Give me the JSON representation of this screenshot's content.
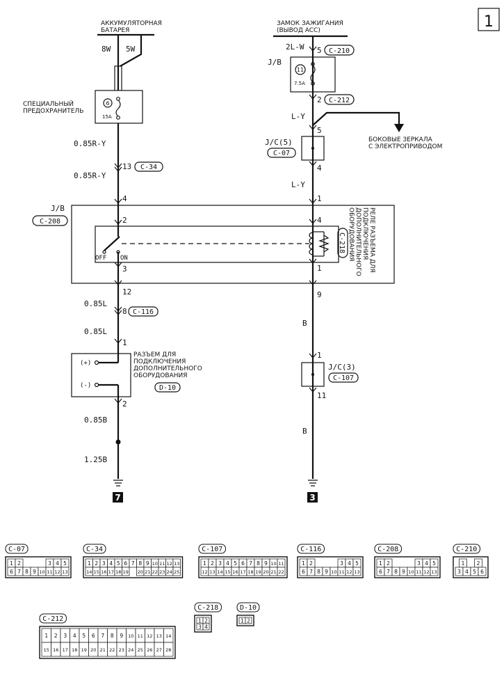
{
  "page_number": "1",
  "top_left": {
    "source_line1": "АККУМУЛЯТОРНАЯ",
    "source_line2": "БАТАРЕЯ",
    "wire_a": "8W",
    "wire_b": "5W"
  },
  "top_right": {
    "source_line1": "ЗАМОК ЗАЖИГАНИЯ",
    "source_line2": "(ВЫВОД ACC)"
  },
  "fusible_link": {
    "label_line1": "СПЕЦИАЛЬНЫЙ",
    "label_line2": "ПРЕДОХРАНИТЕЛЬ",
    "number": "6",
    "rating": "15A"
  },
  "left_line": {
    "wire1": "0.85R-Y",
    "pin_c34": "13",
    "conn_c34": "C-34",
    "wire2": "0.85R-Y",
    "jb_pin_in": "4",
    "jb_label": "J/B",
    "jb_conn": "C-208",
    "relay_pin_top": "2",
    "relay_off": "OFF",
    "relay_on": "ON",
    "relay_pin_bottom": "3",
    "jb_pin_out": "12",
    "wire3": "0.85L",
    "pin_c116": "8",
    "conn_c116": "C-116",
    "wire4": "0.85L",
    "outlet_pin_in": "1",
    "outlet_line1": "РАЗЪЕМ ДЛЯ",
    "outlet_line2": "ПОДКЛЮЧЕНИЯ",
    "outlet_line3": "ДОПОЛНИТЕЛЬНОГО",
    "outlet_line4": "ОБОРУДОВАНИЯ",
    "outlet_plus": "(+)",
    "outlet_minus": "(-)",
    "outlet_conn": "D-10",
    "outlet_pin_out": "2",
    "wire5": "0.85B",
    "wire6": "1.25B",
    "ground": "7"
  },
  "right_line": {
    "wire1": "2L-W",
    "pin_c210": "5",
    "conn_c210": "C-210",
    "jb_label": "J/B",
    "fuse_number": "11",
    "fuse_rating": "7.5A",
    "pin_c212": "2",
    "conn_c212": "C-212",
    "wire2": "L-Y",
    "jc_label": "J/C(5)",
    "jc_conn": "C-07",
    "jc_pin_in": "5",
    "jc_pin_out": "4",
    "mirror_line1": "БОКОВЫЕ ЗЕРКАЛА",
    "mirror_line2": "С ЭЛЕКТРОПРИВОДОМ",
    "wire3": "L-Y",
    "jb_pin_in": "1",
    "relay_pin_top": "4",
    "relay_pin_bottom": "1",
    "jb_pin_out": "9",
    "relay_line1": "РЕЛЕ РАЗЪЕМА ДЛЯ",
    "relay_line2": "ПОДКЛЮЧЕНИЯ",
    "relay_line3": "ДОПОЛНИТЕЛЬНОГО",
    "relay_line4": "ОБОРУДОВАНИЯ",
    "relay_conn": "C-218",
    "wire4": "B",
    "jc2_pin_in": "1",
    "jc2_label": "J/C(3)",
    "jc2_conn": "C-107",
    "jc2_pin_out": "11",
    "wire5": "B",
    "ground": "3"
  },
  "connectors": {
    "c07": {
      "label": "C-07",
      "row1": [
        "1",
        "2",
        "",
        "",
        "",
        "3",
        "4",
        "5"
      ],
      "row2": [
        "6",
        "7",
        "8",
        "9",
        "10",
        "11",
        "12",
        "13"
      ]
    },
    "c34": {
      "label": "C-34",
      "row1": [
        "1",
        "2",
        "3",
        "4",
        "5",
        "6",
        "7",
        "8",
        "9",
        "10",
        "11",
        "12",
        "13"
      ],
      "row2": [
        "14",
        "15",
        "16",
        "17",
        "18",
        "19",
        "",
        "20",
        "21",
        "22",
        "23",
        "24",
        "25"
      ]
    },
    "c107": {
      "label": "C-107",
      "row1": [
        "1",
        "2",
        "3",
        "4",
        "5",
        "6",
        "7",
        "8",
        "9",
        "10",
        "11"
      ],
      "row2": [
        "12",
        "13",
        "14",
        "15",
        "16",
        "17",
        "18",
        "19",
        "20",
        "21",
        "22"
      ]
    },
    "c116": {
      "label": "C-116",
      "row1": [
        "1",
        "2",
        "",
        "",
        "",
        "3",
        "4",
        "5"
      ],
      "row2": [
        "6",
        "7",
        "8",
        "9",
        "10",
        "11",
        "12",
        "13"
      ]
    },
    "c208": {
      "label": "C-208",
      "row1": [
        "1",
        "2",
        "",
        "",
        "",
        "3",
        "4",
        "5"
      ],
      "row2": [
        "6",
        "7",
        "8",
        "9",
        "10",
        "11",
        "12",
        "13"
      ]
    },
    "c210": {
      "label": "C-210",
      "row1": [
        "1",
        "",
        "2"
      ],
      "row2": [
        "3",
        "4",
        "5",
        "6"
      ]
    },
    "c212": {
      "label": "C-212",
      "row1": [
        "1",
        "2",
        "3",
        "4",
        "5",
        "6",
        "7",
        "8",
        "9",
        "10",
        "11",
        "12",
        "13",
        "14"
      ],
      "row2": [
        "15",
        "16",
        "17",
        "18",
        "19",
        "20",
        "21",
        "22",
        "23",
        "24",
        "25",
        "26",
        "27",
        "28"
      ]
    },
    "c218": {
      "label": "C-218",
      "row1": [
        "1",
        "2"
      ],
      "row2": [
        "3",
        "4"
      ]
    },
    "d10": {
      "label": "D-10",
      "row1": [
        "1",
        "2"
      ]
    }
  }
}
